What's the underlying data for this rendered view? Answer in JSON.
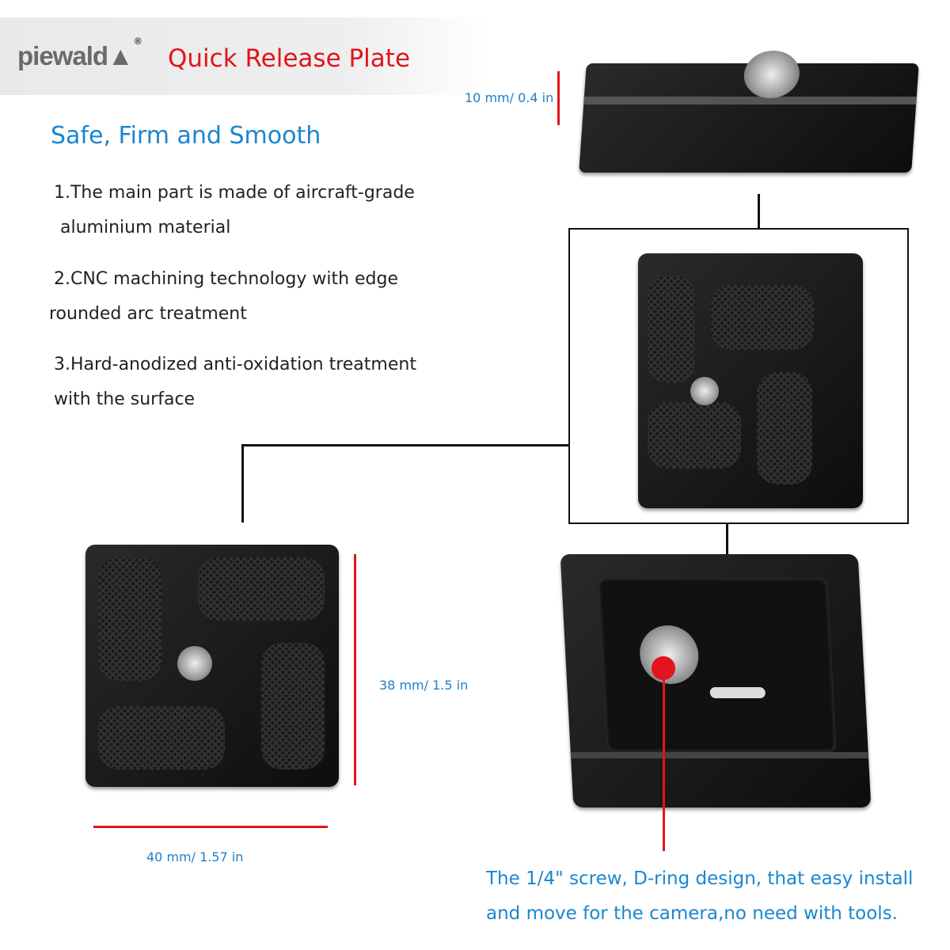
{
  "brand": {
    "logo_text": "piewald",
    "registered": "®",
    "title": "Quick Release Plate"
  },
  "subtitle": "Safe, Firm and Smooth",
  "features": [
    {
      "line1": "1.The main part is made of aircraft-grade",
      "line2": "aluminium material"
    },
    {
      "line1": "2.CNC machining technology with edge",
      "line2": "rounded arc treatment"
    },
    {
      "line1": "3.Hard-anodized anti-oxidation treatment",
      "line2": "with the surface"
    }
  ],
  "dimensions": {
    "thickness": "10 mm/ 0.4 in",
    "height": "38 mm/ 1.5 in",
    "width": "40 mm/ 1.57 in"
  },
  "caption": {
    "line1": "The 1/4\" screw, D-ring design, that easy install",
    "line2": "and move for the camera,no need with tools."
  },
  "colors": {
    "accent_red": "#e0141b",
    "accent_blue": "#1a86d0"
  }
}
